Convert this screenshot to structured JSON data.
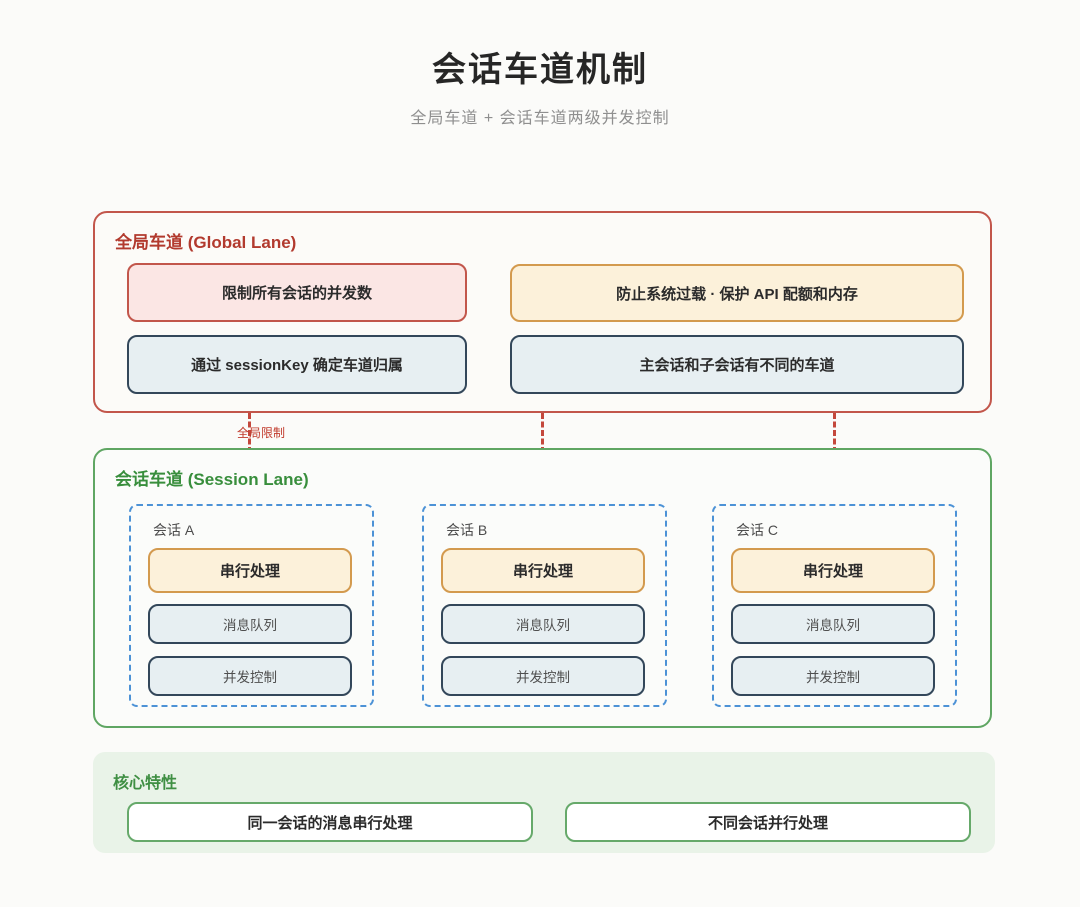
{
  "page": {
    "title": "会话车道机制",
    "subtitle": "全局车道 + 会话车道两级并发控制"
  },
  "global_lane": {
    "title": "全局车道 (Global Lane)",
    "items": [
      {
        "label": "限制所有会话的并发数",
        "variant": "pink"
      },
      {
        "label": "防止系统过载 · 保护 API 配额和内存",
        "variant": "orange"
      },
      {
        "label": "通过 sessionKey 确定车道归属",
        "variant": "blue"
      },
      {
        "label": "主会话和子会话有不同的车道",
        "variant": "blue"
      }
    ]
  },
  "arrows": {
    "label": "全局限制",
    "count": 3
  },
  "session_lane": {
    "title": "会话车道 (Session Lane)",
    "sessions": [
      {
        "label": "会话 A",
        "items": [
          "串行处理",
          "消息队列",
          "并发控制"
        ]
      },
      {
        "label": "会话 B",
        "items": [
          "串行处理",
          "消息队列",
          "并发控制"
        ]
      },
      {
        "label": "会话 C",
        "items": [
          "串行处理",
          "消息队列",
          "并发控制"
        ]
      }
    ]
  },
  "features": {
    "title": "核心特性",
    "items": [
      "同一会话的消息串行处理",
      "不同会话并行处理"
    ]
  },
  "colors": {
    "page_bg": "#fbfbf9",
    "red_border": "#c2564b",
    "red_header_text": "#b23a2e",
    "pink_fill": "#fbe6e4",
    "orange_border": "#d39a4e",
    "orange_fill": "#fcf1da",
    "navy_border": "#33475a",
    "blue_fill": "#e7eff2",
    "green_border": "#5fa663",
    "green_header_text": "#388e3c",
    "dashed_blue_border": "#4c92d6",
    "features_bg": "#e9f3e8",
    "feature_pill_border": "#66a96a",
    "arrow_red": "#c4483c",
    "arrow_label_red": "#c0392b"
  }
}
